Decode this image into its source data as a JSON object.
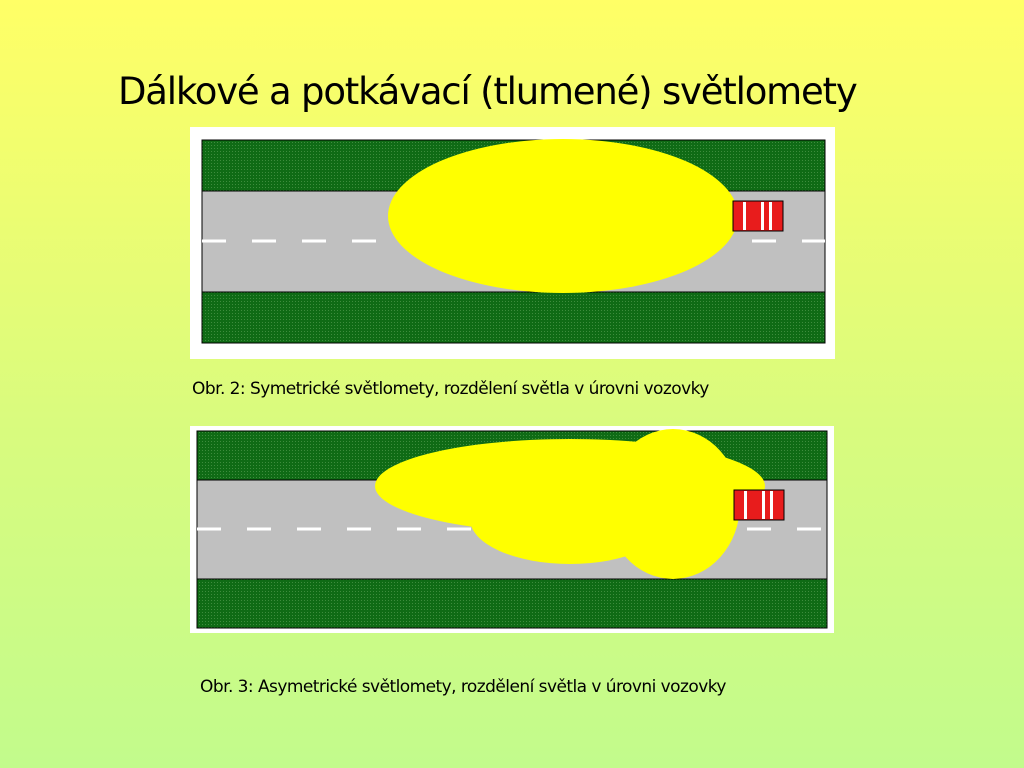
{
  "slide": {
    "title": "Dálkové a potkávací (tlumené) světlomety"
  },
  "figures": [
    {
      "caption": "Obr. 2: Symetrické světlomety, rozdělení světla v úrovni vozovky"
    },
    {
      "caption": "Obr. 3: Asymetrické světlomety, rozdělení světla v úrovni vozovky"
    }
  ],
  "colors": {
    "grass": "#0f6b15",
    "road": "#c0c0c0",
    "light_beam": "#ffff00",
    "car": "#e81c1c",
    "lane_marking": "#ffffff"
  }
}
